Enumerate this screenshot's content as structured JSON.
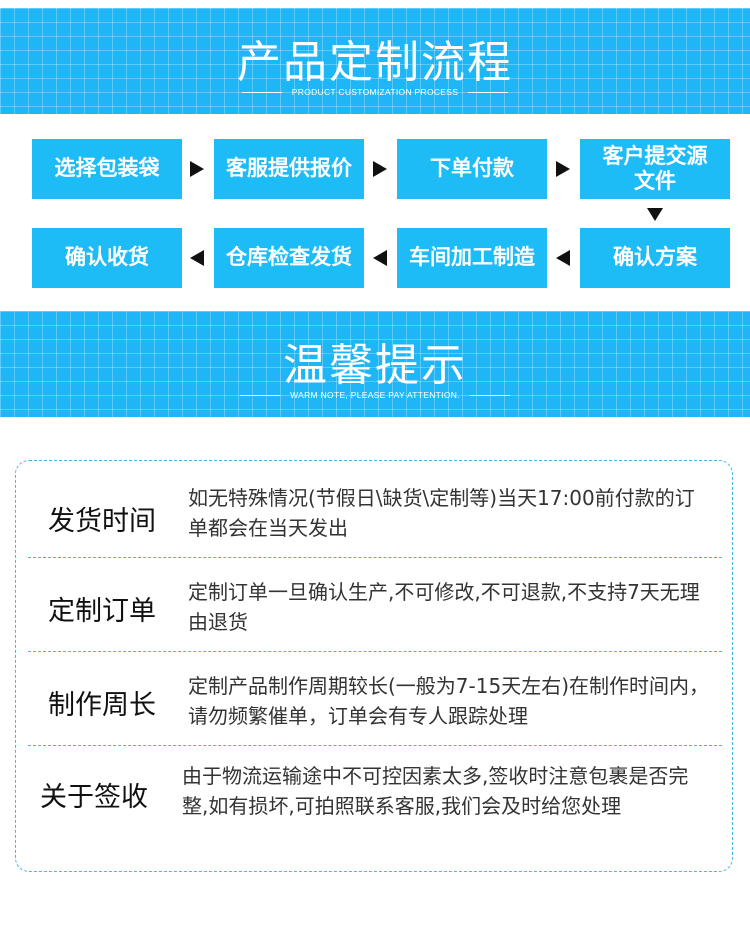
{
  "header": {
    "title": "产品定制流程",
    "subtitle": "PRODUCT CUSTOMIZATION PROCESS"
  },
  "process": {
    "steps": [
      "选择包装袋",
      "客服提供报价",
      "下单付款",
      "客户提交源文件",
      "确认方案",
      "车间加工制造",
      "仓库检查发货",
      "确认收货"
    ]
  },
  "tips_header": {
    "title": "温馨提示",
    "subtitle": "WARM NOTE, PLEASE PAY ATTENTION."
  },
  "notes": [
    {
      "label": "发货时间",
      "text": "如无特殊情况(节假日\\缺货\\定制等)当天17:00前付款的订单都会在当天发出"
    },
    {
      "label": "定制订单",
      "text": "定制订单一旦确认生产,不可修改,不可退款,不支持7天无理由退货"
    },
    {
      "label": "制作周长",
      "text": "定制产品制作周期较长(一般为7-15天左右)在制作时间内，请勿频繁催单，订单会有专人跟踪处理"
    },
    {
      "label": "关于签收",
      "text": "由于物流运输途中不可控因素太多,签收时注意包裹是否完整,如有损坏,可拍照联系客服,我们会及时给您处理"
    }
  ],
  "colors": {
    "accent": "#1ebcf6",
    "banner": "#1fb6f8",
    "border": "#42b8e6"
  }
}
